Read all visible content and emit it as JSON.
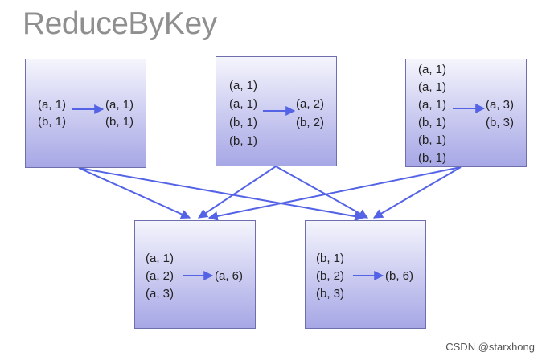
{
  "title": "ReduceByKey",
  "watermark": "CSDN @starxhong",
  "colors": {
    "arrow": "#5463e6",
    "box_border": "#6f6fb0",
    "title": "#8f8f8f"
  },
  "partitions": [
    {
      "inputs": [
        "(a, 1)",
        "(b, 1)"
      ],
      "outputs": [
        "(a, 1)",
        "(b, 1)"
      ]
    },
    {
      "inputs": [
        "(a, 1)",
        "(a, 1)",
        "(b, 1)",
        "(b, 1)"
      ],
      "outputs": [
        "(a, 2)",
        "(b, 2)"
      ]
    },
    {
      "inputs": [
        "(a, 1)",
        "(a, 1)",
        "(a, 1)",
        "(b, 1)",
        "(b, 1)",
        "(b, 1)"
      ],
      "outputs": [
        "(a, 3)",
        "(b, 3)"
      ]
    }
  ],
  "reducers": [
    {
      "inputs": [
        "(a, 1)",
        "(a, 2)",
        "(a, 3)"
      ],
      "output": "(a, 6)"
    },
    {
      "inputs": [
        "(b, 1)",
        "(b, 2)",
        "(b, 3)"
      ],
      "output": "(b, 6)"
    }
  ]
}
